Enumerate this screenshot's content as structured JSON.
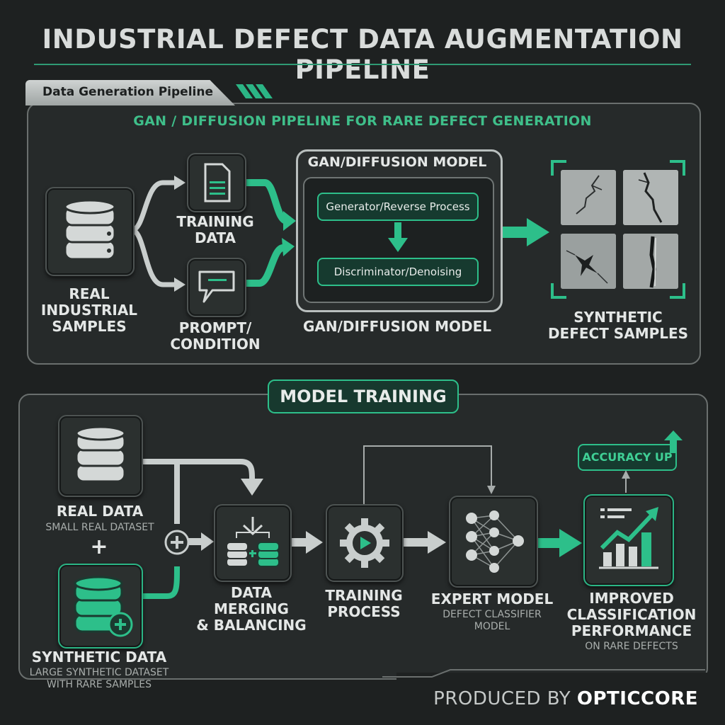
{
  "title": "INDUSTRIAL DEFECT DATA AUGMENTATION PIPELINE",
  "top_panel": {
    "tab_label": "Data Generation Pipeline",
    "heading": "GAN / DIFFUSION PIPELINE FOR RARE DEFECT GENERATION",
    "real_samples_label": [
      "REAL",
      "INDUSTRIAL",
      "SAMPLES"
    ],
    "training_data_label": [
      "TRAINING",
      "DATA"
    ],
    "prompt_label": [
      "PROMPT/",
      "CONDITION"
    ],
    "model_title": "GAN/DIFFUSION MODEL",
    "generator_label": "Generator/Reverse Process",
    "discriminator_label": "Discriminator/Denoising",
    "model_caption": "GAN/DIFFUSION MODEL",
    "synthetic_samples_label": [
      "SYNTHETIC",
      "DEFECT SAMPLES"
    ]
  },
  "bottom_panel": {
    "tab_label": "MODEL TRAINING",
    "real_data_label": "REAL DATA",
    "real_data_sub": "SMALL REAL DATASET",
    "plus_sign": "+",
    "synthetic_data_label": "SYNTHETIC DATA",
    "synthetic_data_sub": [
      "LARGE SYNTHETIC DATASET",
      "WITH RARE SAMPLES"
    ],
    "merging_label": [
      "DATA MERGING",
      "& BALANCING"
    ],
    "training_label": [
      "TRAINING",
      "PROCESS"
    ],
    "expert_label": "EXPERT MODEL",
    "expert_sub": [
      "DEFECT CLASSIFIER",
      "MODEL"
    ],
    "improved_label": [
      "IMPROVED",
      "CLASSIFICATION",
      "PERFORMANCE"
    ],
    "improved_sub": "ON RARE DEFECTS",
    "accuracy_badge": "ACCURACY UP"
  },
  "footer": {
    "prefix": "PRODUCED BY",
    "brand": "OPTICCORE"
  },
  "colors": {
    "accent": "#2dbf8a",
    "background": "#1e2121",
    "panel": "#262a2a"
  }
}
